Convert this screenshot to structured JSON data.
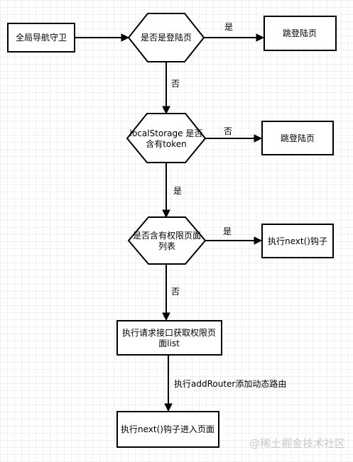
{
  "nodes": [
    {
      "id": "guard",
      "lines": [
        "全局导航守卫"
      ]
    },
    {
      "id": "is-login",
      "lines": [
        "是否是登陆页"
      ]
    },
    {
      "id": "jump-login-1",
      "lines": [
        "跳登陆页"
      ]
    },
    {
      "id": "has-token",
      "lines": [
        "localStorage 是否",
        "含有token"
      ]
    },
    {
      "id": "jump-login-2",
      "lines": [
        "跳登陆页"
      ]
    },
    {
      "id": "has-perm-list",
      "lines": [
        "是否含有权限页面",
        "列表"
      ]
    },
    {
      "id": "next-hook",
      "lines": [
        "执行next()钩子"
      ]
    },
    {
      "id": "fetch-perm-list",
      "lines": [
        "执行请求接口获取权限页",
        "面list"
      ]
    },
    {
      "id": "next-enter",
      "lines": [
        "执行next()钩子进入页面"
      ]
    }
  ],
  "edges": [
    {
      "id": "guard-to-is-login",
      "label": ""
    },
    {
      "id": "is-login-yes",
      "label": "是"
    },
    {
      "id": "is-login-no",
      "label": "否"
    },
    {
      "id": "has-token-no",
      "label": "否"
    },
    {
      "id": "has-token-yes",
      "label": "是"
    },
    {
      "id": "has-perm-list-yes",
      "label": "是"
    },
    {
      "id": "has-perm-list-no",
      "label": "否"
    },
    {
      "id": "fetch-to-next-enter",
      "label": "执行addRouter添加动态路由"
    }
  ],
  "watermark": "@稀土掘金技术社区"
}
